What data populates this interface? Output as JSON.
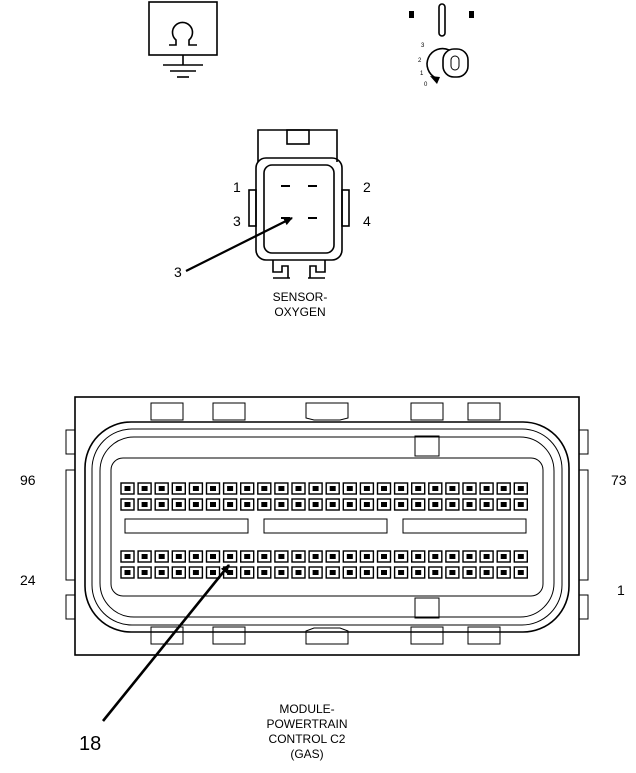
{
  "ground_symbol": {
    "icon": "ground-omega-icon"
  },
  "ignition_symbol": {
    "icon": "ignition-key-icon",
    "positions": [
      "3",
      "2",
      "1",
      "0"
    ]
  },
  "oxygen_sensor": {
    "pins": {
      "p1": "1",
      "p2": "2",
      "p3": "3",
      "p4": "4"
    },
    "callout": "3",
    "caption_line1": "SENSOR-",
    "caption_line2": "OXYGEN"
  },
  "pcm_connector": {
    "pin_labels": {
      "top_left": "96",
      "top_right": "73",
      "bottom_left": "24",
      "bottom_right": "1"
    },
    "callout": "18",
    "caption_line1": "MODULE-",
    "caption_line2": "POWERTRAIN",
    "caption_line3": "CONTROL C2",
    "caption_line4": "(GAS)"
  }
}
